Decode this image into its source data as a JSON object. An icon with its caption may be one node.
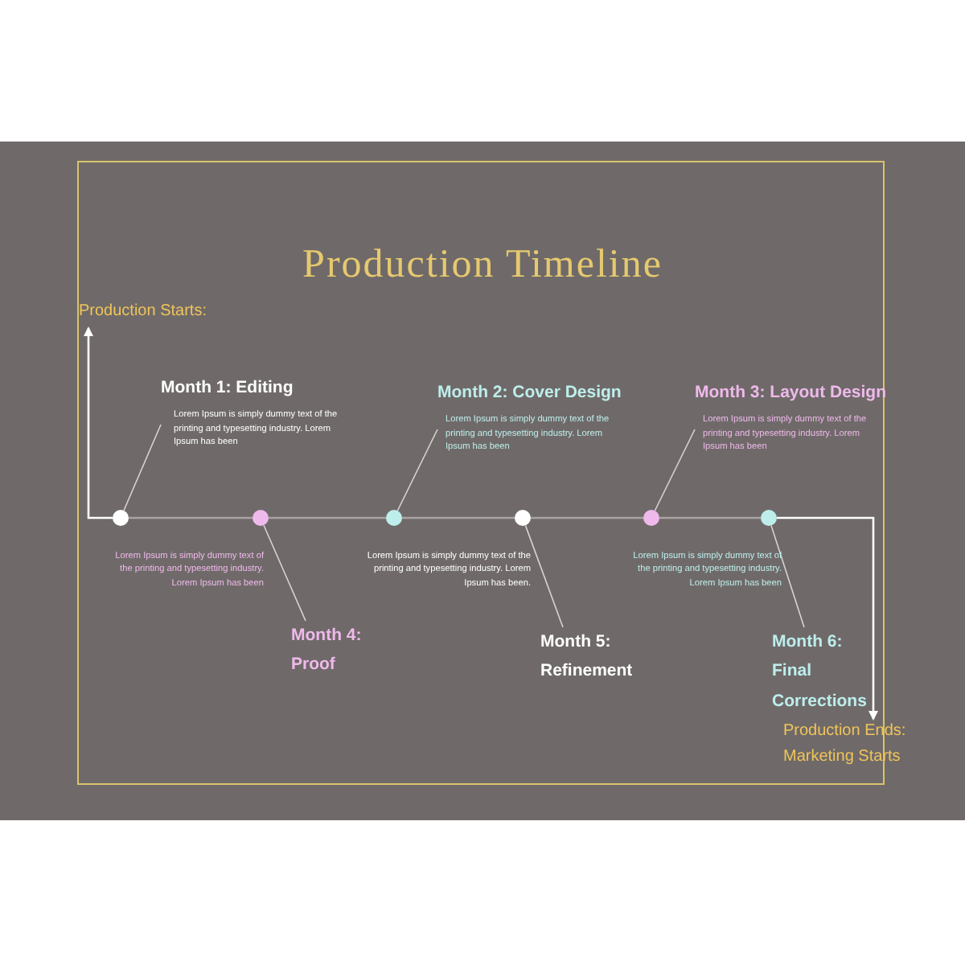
{
  "diagram": {
    "title": "Production Timeline",
    "nodes": [
      {
        "text": [
          "Production Starts:"
        ]
      },
      {
        "text": [
          "Month 1: Editing",
          "Lorem Ipsum is simply dummy text of the printing and typesetting industry. Lorem Ipsum has been"
        ]
      },
      {
        "text": [
          "Month 2: Cover Design",
          "Lorem Ipsum is simply dummy text of the printing and typesetting industry. Lorem Ipsum has been"
        ]
      },
      {
        "text": [
          "Month 3: Layout Design",
          "Lorem Ipsum is simply dummy text of the printing and typesetting industry. Lorem Ipsum has been"
        ]
      },
      {
        "text": [],
        "shape": "circle"
      },
      {
        "text": [],
        "shape": "circle"
      },
      {
        "text": [],
        "shape": "circle"
      },
      {
        "text": [],
        "shape": "circle"
      },
      {
        "text": [],
        "shape": "circle"
      },
      {
        "text": [],
        "shape": "circle"
      },
      {
        "text": [
          "Month 4: Proof"
        ]
      },
      {
        "text": [
          "Month 5: Refinement"
        ]
      },
      {
        "text": [
          "Month 6: Final Corrections"
        ]
      },
      {
        "text": [
          "Production Ends: Marketing Starts"
        ]
      }
    ],
    "edges": [
      {
        "from": 4,
        "to": 0,
        "arrow": "to"
      },
      {
        "from": 4,
        "to": 5,
        "arrow": "none"
      },
      {
        "from": 5,
        "to": 6,
        "arrow": "none"
      },
      {
        "from": 6,
        "to": 7,
        "arrow": "none"
      },
      {
        "from": 7,
        "to": 8,
        "arrow": "none"
      },
      {
        "from": 8,
        "to": 9,
        "arrow": "none"
      },
      {
        "from": 9,
        "to": 13,
        "arrow": "to"
      },
      {
        "from": 4,
        "to": 1,
        "arrow": "none"
      },
      {
        "from": 5,
        "to": 10,
        "arrow": "none"
      },
      {
        "from": 6,
        "to": 2,
        "arrow": "none"
      },
      {
        "from": 7,
        "to": 11,
        "arrow": "none"
      },
      {
        "from": 8,
        "to": 3,
        "arrow": "none"
      },
      {
        "from": 9,
        "to": 12,
        "arrow": "none"
      }
    ],
    "labels": [
      "Lorem Ipsum is simply dummy text of the printing and typesetting industry. Lorem Ipsum has been",
      "Lorem Ipsum is simply dummy text of the printing and typesetting industry. Lorem Ipsum has been.",
      "Lorem Ipsum is simply dummy text of the printing and typesetting industry. Lorem Ipsum has been"
    ]
  }
}
